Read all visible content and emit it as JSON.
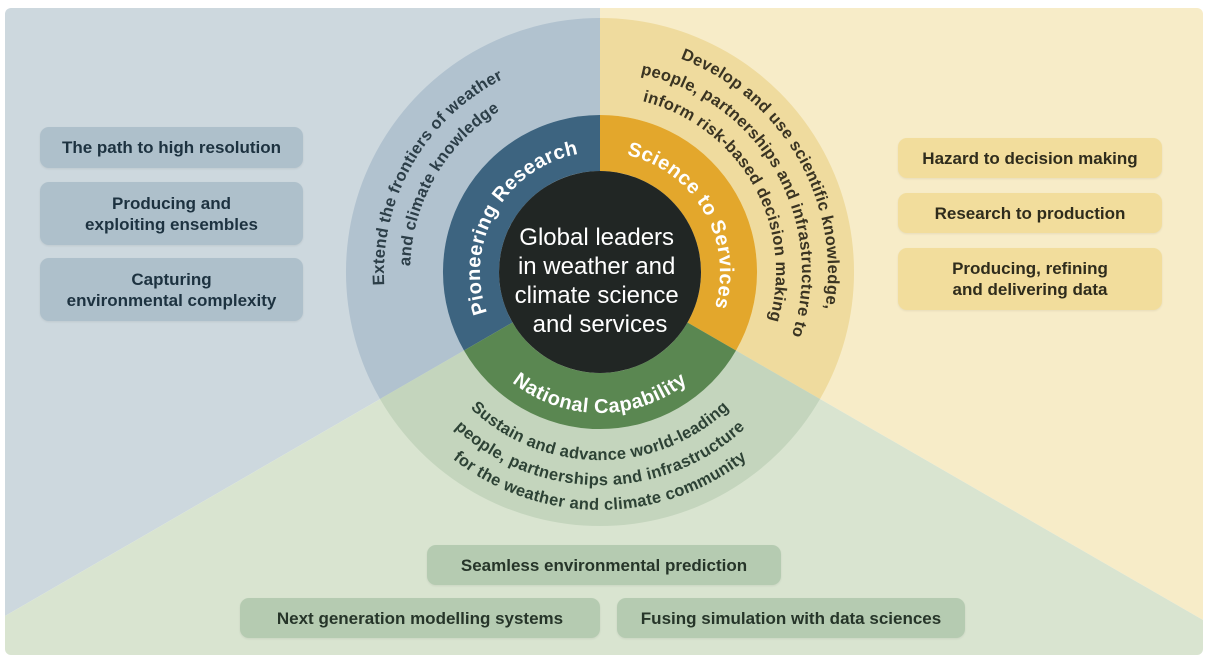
{
  "colors": {
    "bg_research": "#cdd8de",
    "bg_services": "#f7ecc8",
    "bg_capability": "#d9e4d0",
    "ring_research": "#b1c2cf",
    "ring_services": "#efdb9e",
    "ring_capability": "#c4d5bd",
    "donut_research": "#3d6480",
    "donut_services": "#e3a72c",
    "donut_capability": "#5a8751",
    "center_circle": "#212624",
    "center_text": "#ffffff",
    "box_research": "#aec0cb",
    "box_services": "#f2dd9c",
    "box_capability": "#b5cbb1"
  },
  "center": {
    "lines": [
      "Global leaders",
      "in weather and",
      "climate science",
      "and services"
    ]
  },
  "segments": {
    "research": {
      "label": "Pioneering Research",
      "arc_lines": [
        "Extend the frontiers of weather",
        "and climate knowledge"
      ],
      "items": [
        "The path to high resolution",
        "Producing and\nexploiting ensembles",
        "Capturing\nenvironmental complexity"
      ]
    },
    "services": {
      "label": "Science to Services",
      "arc_lines": [
        "Develop and use scientific knowledge,",
        "people, partnerships and infrastructure to",
        "inform risk-based decision making"
      ],
      "items": [
        "Hazard to decision making",
        "Research to production",
        "Producing, refining\nand delivering data"
      ]
    },
    "capability": {
      "label": "National Capability",
      "arc_lines": [
        "Sustain and advance world-leading",
        "people, partnerships and infrastructure",
        "for the weather and climate community"
      ],
      "items": [
        "Seamless environmental prediction",
        "Next generation modelling systems",
        "Fusing simulation with data sciences"
      ]
    }
  }
}
